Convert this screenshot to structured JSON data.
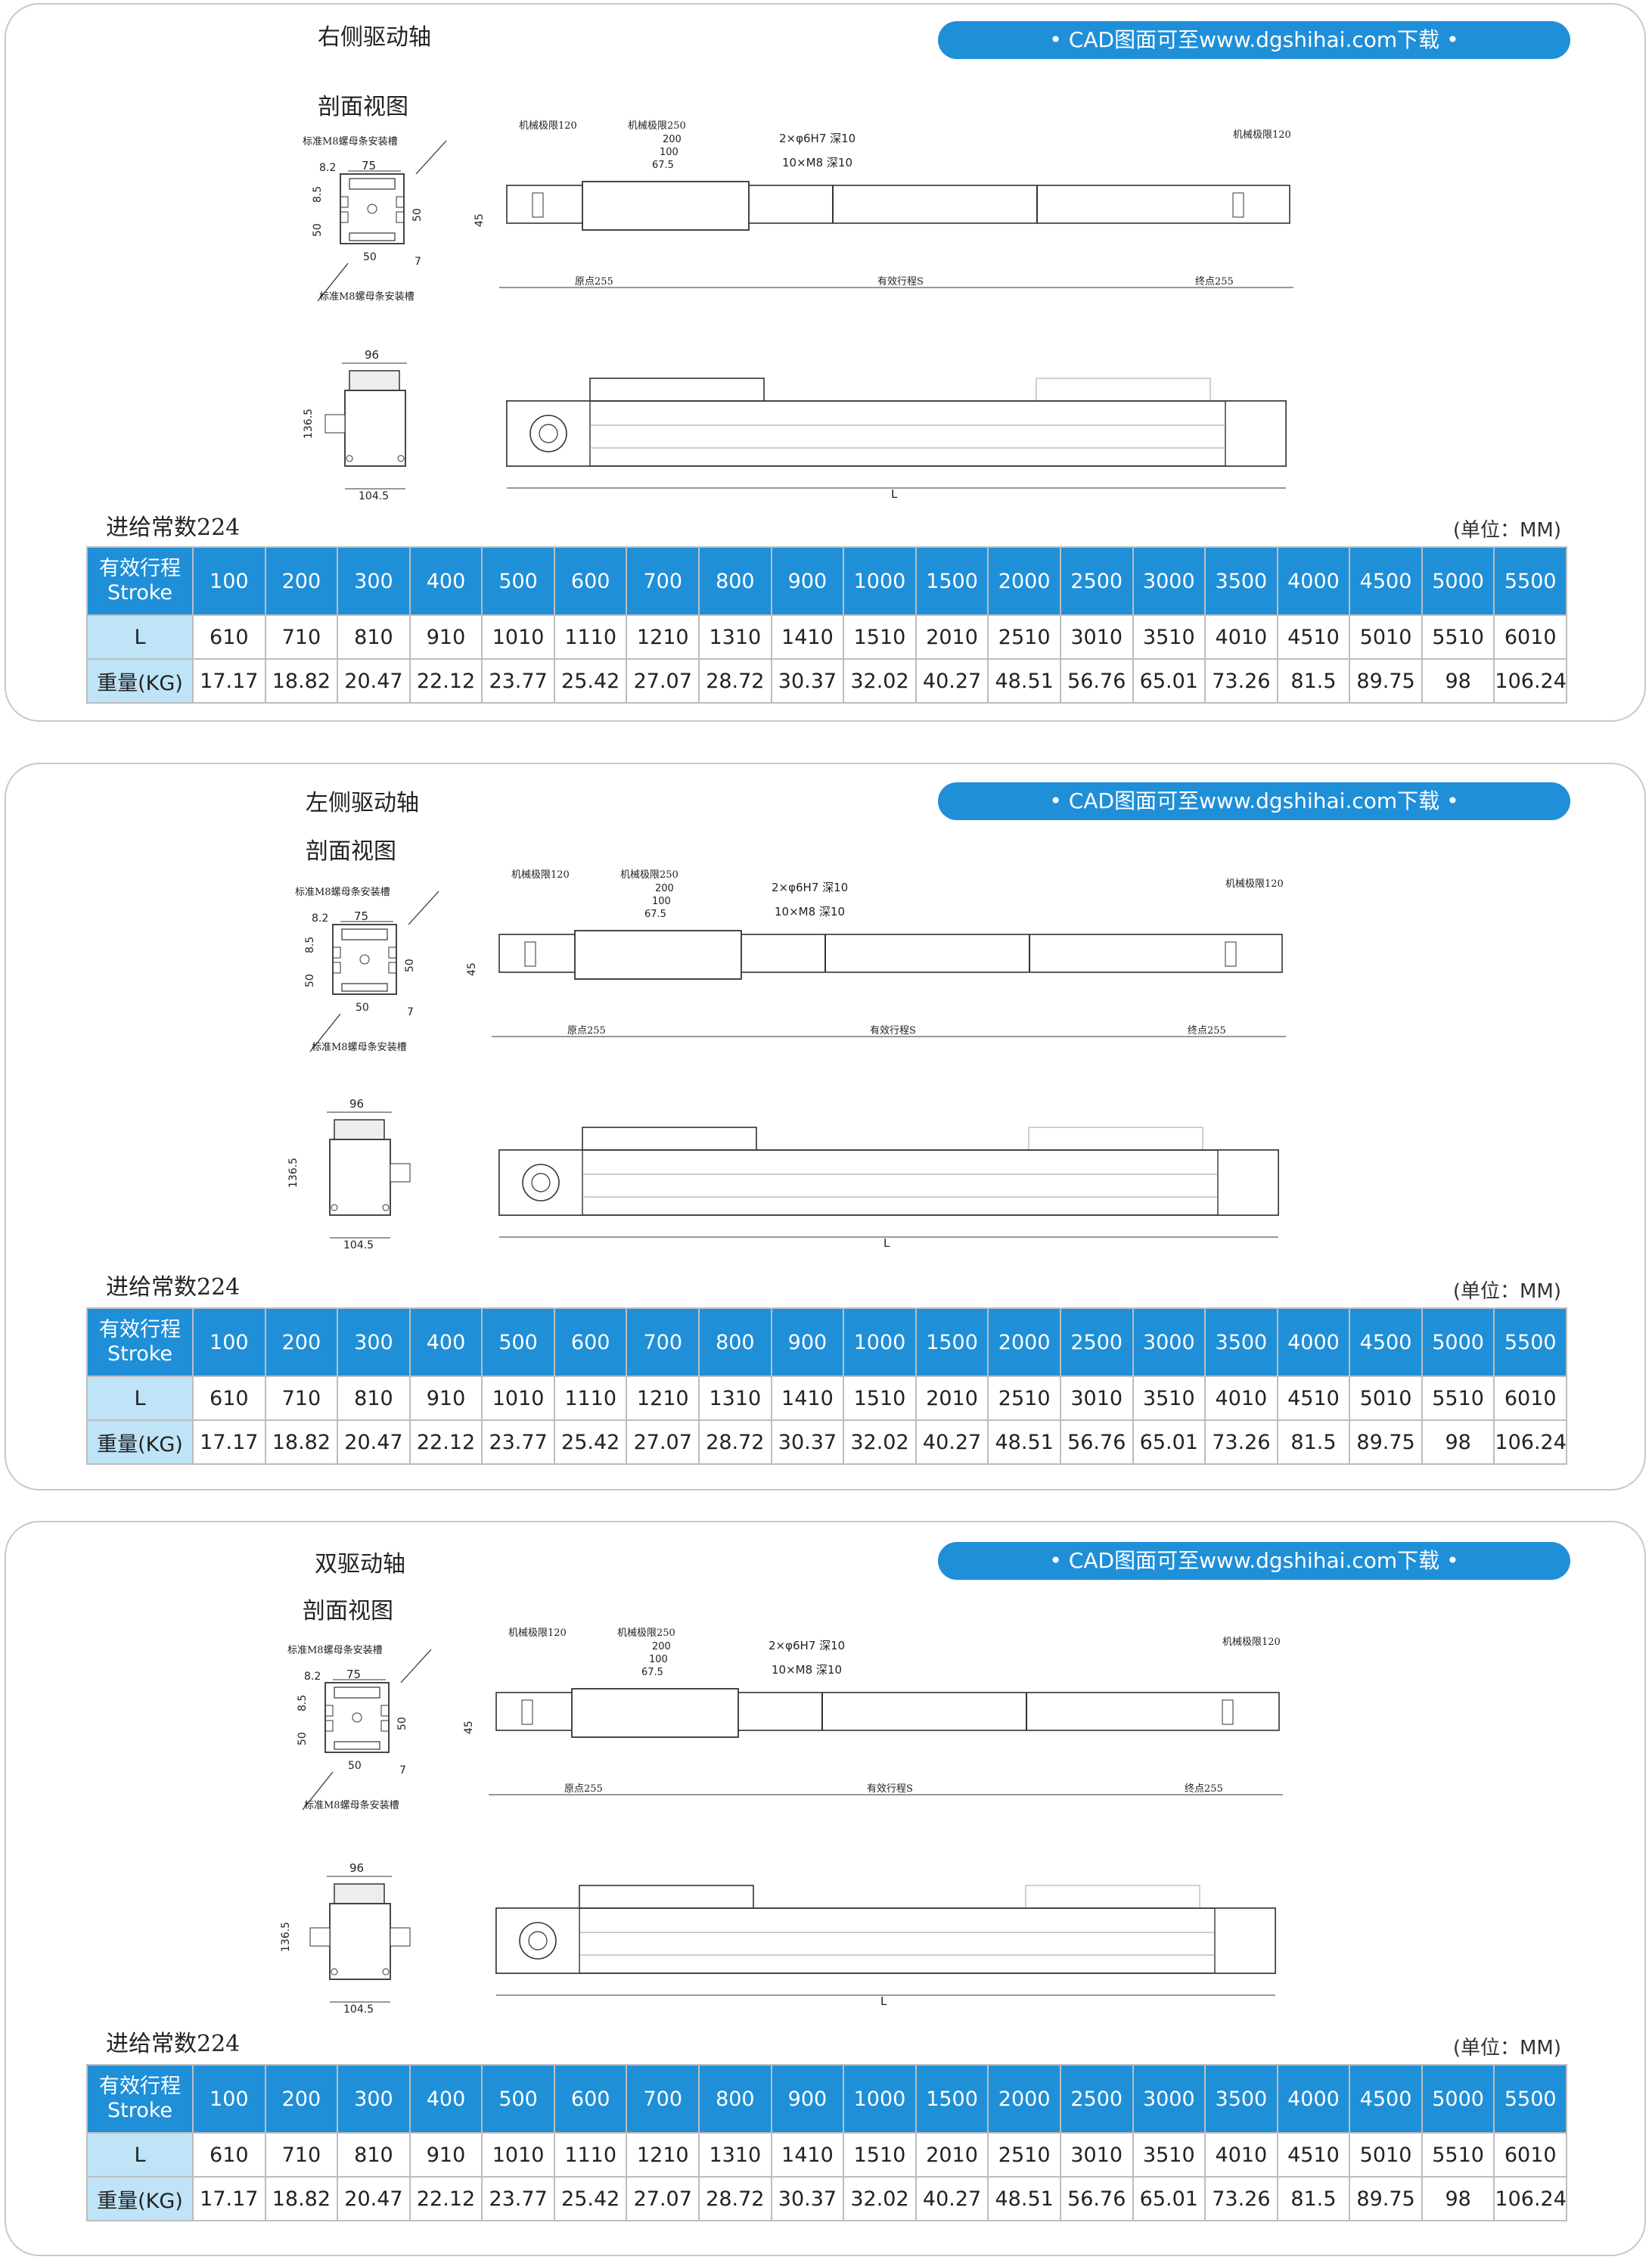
{
  "banner_text": "• CAD图面可至www.dgshihai.com下载 •",
  "section_label": "剖面视图",
  "feed_constant": "进给常数224",
  "unit_label": "(单位：MM)",
  "row_labels": {
    "stroke_cn": "有效行程",
    "stroke_en": "Stroke",
    "length": "L",
    "weight": "重量(KG)"
  },
  "strokes": [
    "100",
    "200",
    "300",
    "400",
    "500",
    "600",
    "700",
    "800",
    "900",
    "1000",
    "1500",
    "2000",
    "2500",
    "3000",
    "3500",
    "4000",
    "4500",
    "5000",
    "5500"
  ],
  "lengths": [
    "610",
    "710",
    "810",
    "910",
    "1010",
    "1110",
    "1210",
    "1310",
    "1410",
    "1510",
    "2010",
    "2510",
    "3010",
    "3510",
    "4010",
    "4510",
    "5010",
    "5510",
    "6010"
  ],
  "weights": [
    "17.17",
    "18.82",
    "20.47",
    "22.12",
    "23.77",
    "25.42",
    "27.07",
    "28.72",
    "30.37",
    "32.02",
    "40.27",
    "48.51",
    "56.76",
    "65.01",
    "73.26",
    "81.5",
    "89.75",
    "98",
    "106.24"
  ],
  "panels": [
    {
      "title": "右侧驱动轴"
    },
    {
      "title": "左侧驱动轴"
    },
    {
      "title": "双驱动轴"
    }
  ],
  "drawing": {
    "slot_top": "标准M8螺母条安装槽",
    "slot_bottom": "标准M8螺母条安装槽",
    "dim_75": "75",
    "dim_8_2": "8.2",
    "dim_8_5": "8.5",
    "dim_50": "50",
    "dim_7": "7",
    "dim_45": "45",
    "dim_96": "96",
    "dim_136_5": "136.5",
    "dim_104_5": "104.5",
    "mech_limit": "机械极限120",
    "mech_limit_250": "机械极限250",
    "dim_200": "200",
    "dim_100": "100",
    "dim_67_5": "67.5",
    "hole_pin": "2×φ6H7 深10",
    "hole_screw": "10×M8 深10",
    "origin": "原点255",
    "stroke_s": "有效行程S",
    "end_point": "终点255",
    "length_l": "L"
  }
}
